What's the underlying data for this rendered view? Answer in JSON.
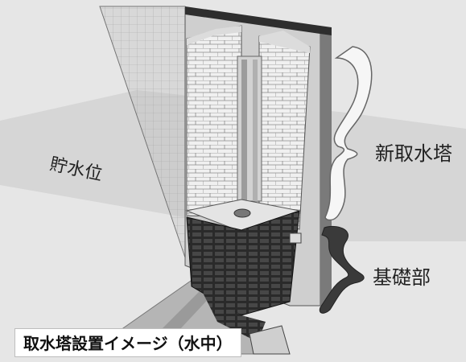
{
  "labels": {
    "water_level": "貯水位",
    "new_intake_tower": "新取水塔",
    "foundation": "基礎部"
  },
  "caption": "取水塔設置イメージ（水中）",
  "colors": {
    "background": "#e6e6e6",
    "water_plane": "#cfcfcf",
    "wall_grid": "#c8c8c8",
    "tower_light": "#f2f2f2",
    "foundation_dark": "#2e2e2e",
    "brace_light": "#f7f7f7",
    "brace_dark": "#3a3a3a"
  },
  "icons": [
    "upper-brace-icon",
    "lower-brace-icon"
  ]
}
